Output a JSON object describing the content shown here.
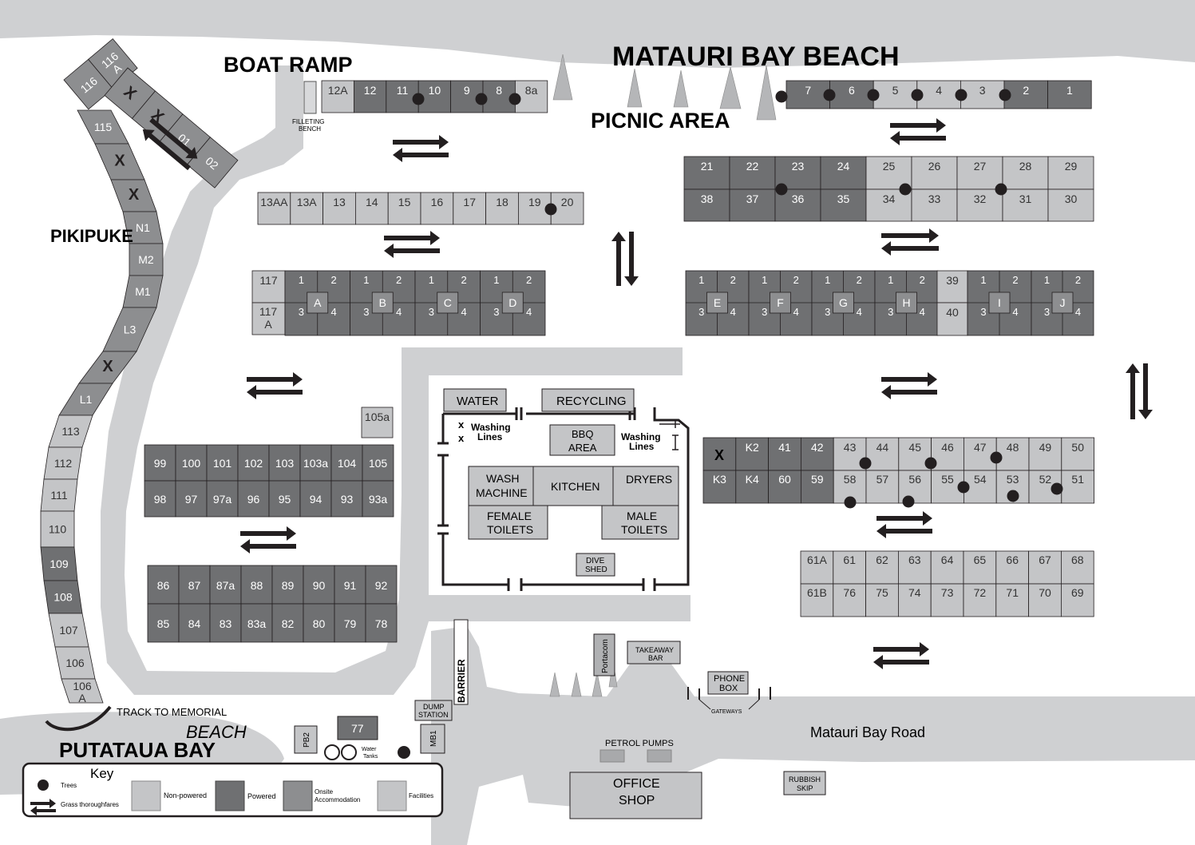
{
  "titles": {
    "beach": "MATAURI BAY BEACH",
    "boat_ramp": "BOAT RAMP",
    "picnic": "PICNIC AREA",
    "pikipuke": "PIKIPUKE",
    "putataua": "PUTATAUA BAY",
    "putataua_beach": "BEACH",
    "track": "TRACK TO MEMORIAL",
    "road": "Matauri Bay Road",
    "filleting": "FILLETING",
    "bench": "BENCH"
  },
  "facilities": {
    "water": "WATER",
    "recycling": "RECYCLING",
    "bbq1": "BBQ",
    "bbq2": "AREA",
    "washing1": "Washing",
    "washing2": "Lines",
    "wash1": "WASH",
    "wash2": "MACHINE",
    "kitchen": "KITCHEN",
    "dryers": "DRYERS",
    "female1": "FEMALE",
    "female2": "TOILETS",
    "male1": "MALE",
    "male2": "TOILETS",
    "dive1": "DIVE",
    "dive2": "SHED",
    "barrier": "BARRIER",
    "portacom": "Portacom",
    "takeaway1": "TAKEAWAY",
    "takeaway2": "BAR",
    "phone1": "PHONE",
    "phone2": "BOX",
    "gateways": "GATEWAYS",
    "dump1": "DUMP",
    "dump2": "STATION",
    "mb1": "MB1",
    "pb2": "PB2",
    "site77": "77",
    "water_tanks1": "Water",
    "water_tanks2": "Tanks",
    "petrol": "PETROL PUMPS",
    "office1": "OFFICE",
    "office2": "SHOP",
    "rubbish1": "RUBBISH",
    "rubbish2": "SKIP"
  },
  "legend": {
    "title": "Key",
    "trees": "Trees",
    "grass": "Grass thoroughfares",
    "non_powered": "Non-powered",
    "powered": "Powered",
    "onsite1": "Onsite",
    "onsite2": "Accommodation",
    "facilities": "Facilities"
  },
  "colors": {
    "road": "#cfd0d2",
    "non_powered": "#c4c5c7",
    "powered": "#6f7072",
    "onsite": "#8d8e90",
    "facility": "#c4c5c7",
    "outline": "#231f20"
  },
  "sites": {
    "row_top_left": [
      "12A",
      "12",
      "11",
      "10",
      "9",
      "8",
      "8a"
    ],
    "row_top_right": [
      "7",
      "6",
      "5",
      "4",
      "3",
      "2",
      "1"
    ],
    "row_13": [
      "13AA",
      "13A",
      "13",
      "14",
      "15",
      "16",
      "17",
      "18",
      "19",
      "20"
    ],
    "row_21": [
      "21",
      "22",
      "23",
      "24",
      "25",
      "26",
      "27",
      "28",
      "29"
    ],
    "row_38": [
      "38",
      "37",
      "36",
      "35",
      "34",
      "33",
      "32",
      "31",
      "30"
    ],
    "row_117": [
      "117",
      "117 A"
    ],
    "block_letters_left": [
      "A",
      "B",
      "C",
      "D"
    ],
    "block_letters_right": [
      "E",
      "F",
      "G",
      "H",
      "I",
      "J"
    ],
    "block_nums": [
      "1",
      "2",
      "3",
      "4"
    ],
    "site39": "39",
    "site40": "40",
    "row_99": [
      "99",
      "100",
      "101",
      "102",
      "103",
      "103a",
      "104",
      "105"
    ],
    "row_98": [
      "98",
      "97",
      "97a",
      "96",
      "95",
      "94",
      "93",
      "93a"
    ],
    "site105a": "105a",
    "row_86": [
      "86",
      "87",
      "87a",
      "88",
      "89",
      "90",
      "91",
      "92"
    ],
    "row_85": [
      "85",
      "84",
      "83",
      "83a",
      "82",
      "80",
      "79",
      "78"
    ],
    "row_K_top": [
      "X",
      "K2",
      "41",
      "42",
      "43",
      "44",
      "45",
      "46",
      "47",
      "48",
      "49",
      "50"
    ],
    "row_K_bot": [
      "K3",
      "K4",
      "60",
      "59",
      "58",
      "57",
      "56",
      "55",
      "54",
      "53",
      "52",
      "51"
    ],
    "row_61": [
      "61A",
      "61",
      "62",
      "63",
      "64",
      "65",
      "66",
      "67",
      "68"
    ],
    "row_61b": [
      "61B",
      "76",
      "75",
      "74",
      "73",
      "72",
      "71",
      "70",
      "69"
    ],
    "pikipuke": [
      "115",
      "X",
      "X",
      "N1",
      "M2",
      "M1",
      "L3",
      "X",
      "L1",
      "113",
      "112",
      "111",
      "110",
      "109",
      "108",
      "107",
      "106",
      "106 A"
    ],
    "topleft_a": [
      "116",
      "116 A"
    ],
    "topleft_b": [
      "X",
      "X",
      "01",
      "02"
    ]
  }
}
